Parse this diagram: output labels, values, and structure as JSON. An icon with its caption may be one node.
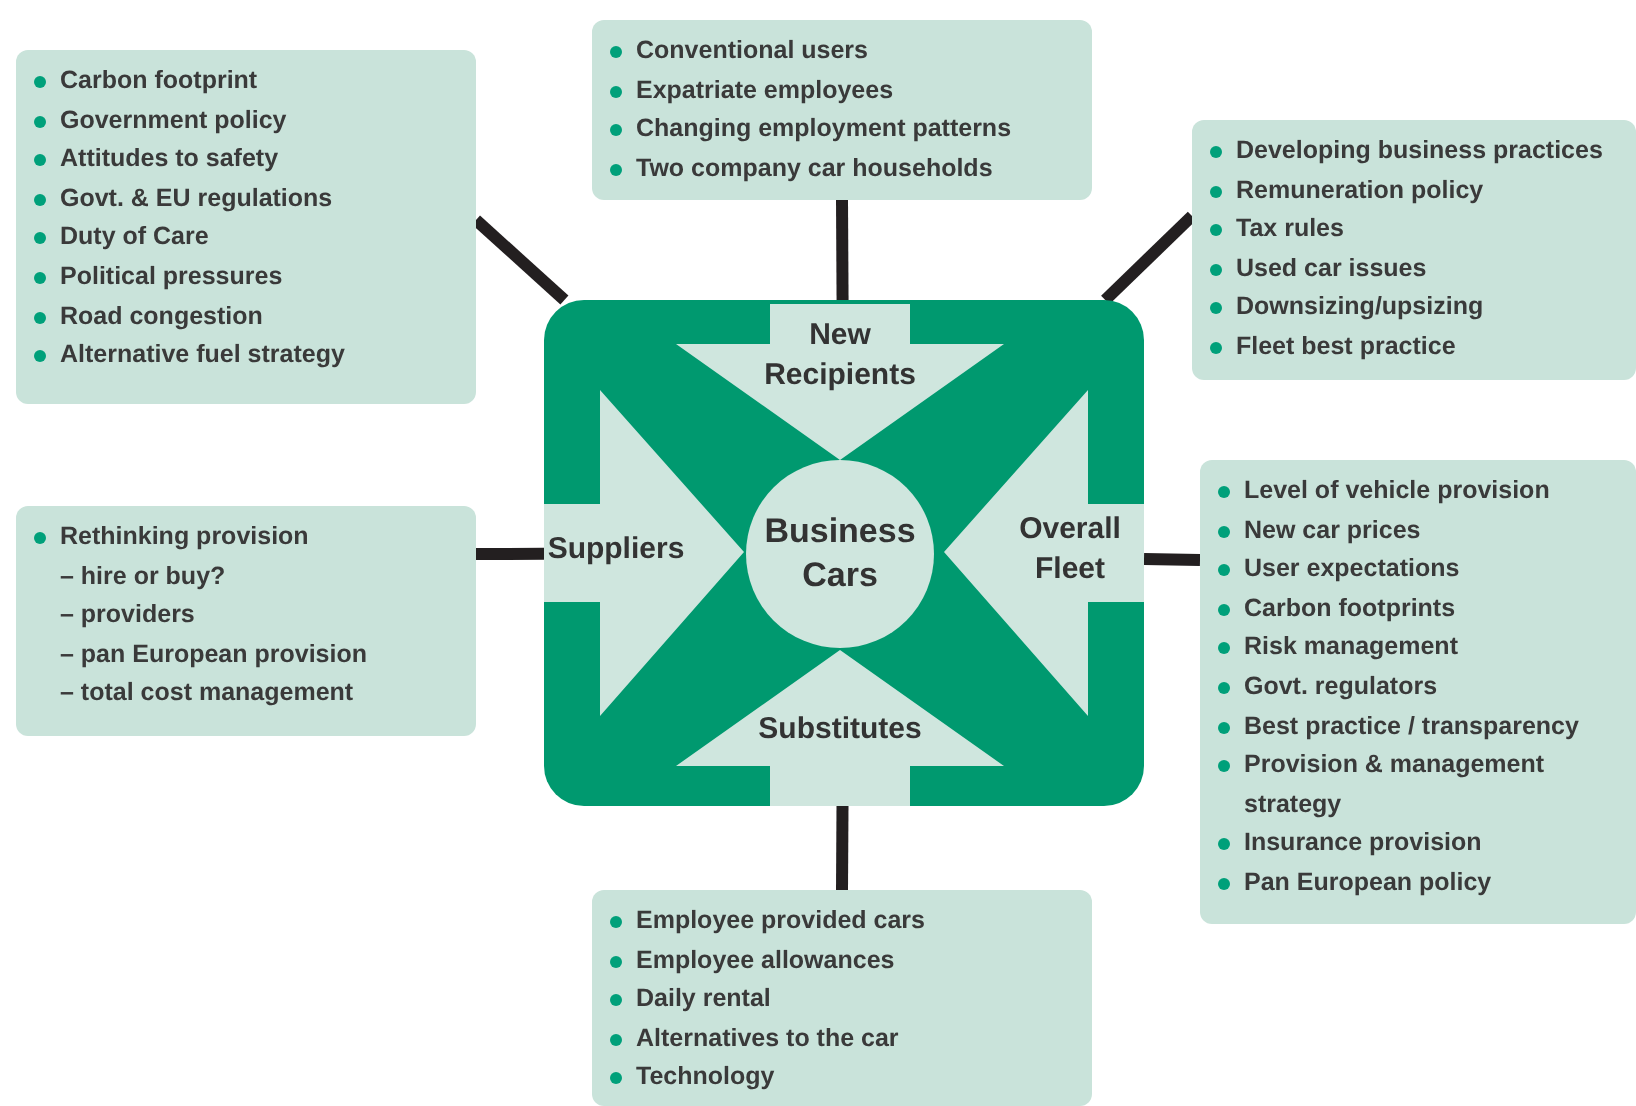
{
  "diagram": {
    "nodes": [
      {
        "text": [
          "Conventional users",
          "Expatriate employees",
          "Changing employment patterns",
          "Two company car households"
        ]
      },
      {
        "text": [
          "Carbon footprint",
          "Government policy",
          "Attitudes to safety",
          "Govt. & EU regulations",
          "Duty of Care",
          "Political pressures",
          "Road congestion",
          "Alternative fuel strategy"
        ]
      },
      {
        "text": [
          "Developing business practices",
          "Remuneration policy",
          "Tax rules",
          "Used car issues",
          "Downsizing/upsizing",
          "Fleet best practice"
        ]
      },
      {
        "text": [],
        "shape": "box"
      },
      {
        "text": [
          "New Recipients"
        ],
        "in": 3
      },
      {
        "text": [
          "Suppliers"
        ],
        "in": 3
      },
      {
        "text": [
          "Business Cars"
        ],
        "in": 3
      },
      {
        "text": [
          "Overall Fleet"
        ],
        "in": 3
      },
      {
        "text": [
          "Substitutes"
        ],
        "in": 3
      },
      {
        "text": [
          "Rethinking provision",
          "– hire or buy?",
          "– providers",
          "– pan European provision",
          "– total cost management"
        ]
      },
      {
        "text": [
          "Level of vehicle provision",
          "New car prices",
          "User expectations",
          "Carbon footprints",
          "Risk management",
          "Govt. regulators",
          "Best practice / transparency",
          "Provision & management strategy",
          "Insurance provision",
          "Pan European policy"
        ]
      },
      {
        "text": [
          "Employee provided cars",
          "Employee allowances",
          "Daily rental",
          "Alternatives to the car",
          "Technology"
        ]
      }
    ],
    "edges": [
      {
        "from": 0,
        "to": 3,
        "arrow": "none"
      },
      {
        "from": 1,
        "to": 3,
        "arrow": "none"
      },
      {
        "from": 2,
        "to": 3,
        "arrow": "none"
      },
      {
        "from": 9,
        "to": 3,
        "arrow": "none"
      },
      {
        "from": 10,
        "to": 3,
        "arrow": "none"
      },
      {
        "from": 11,
        "to": 3,
        "arrow": "none"
      }
    ]
  }
}
